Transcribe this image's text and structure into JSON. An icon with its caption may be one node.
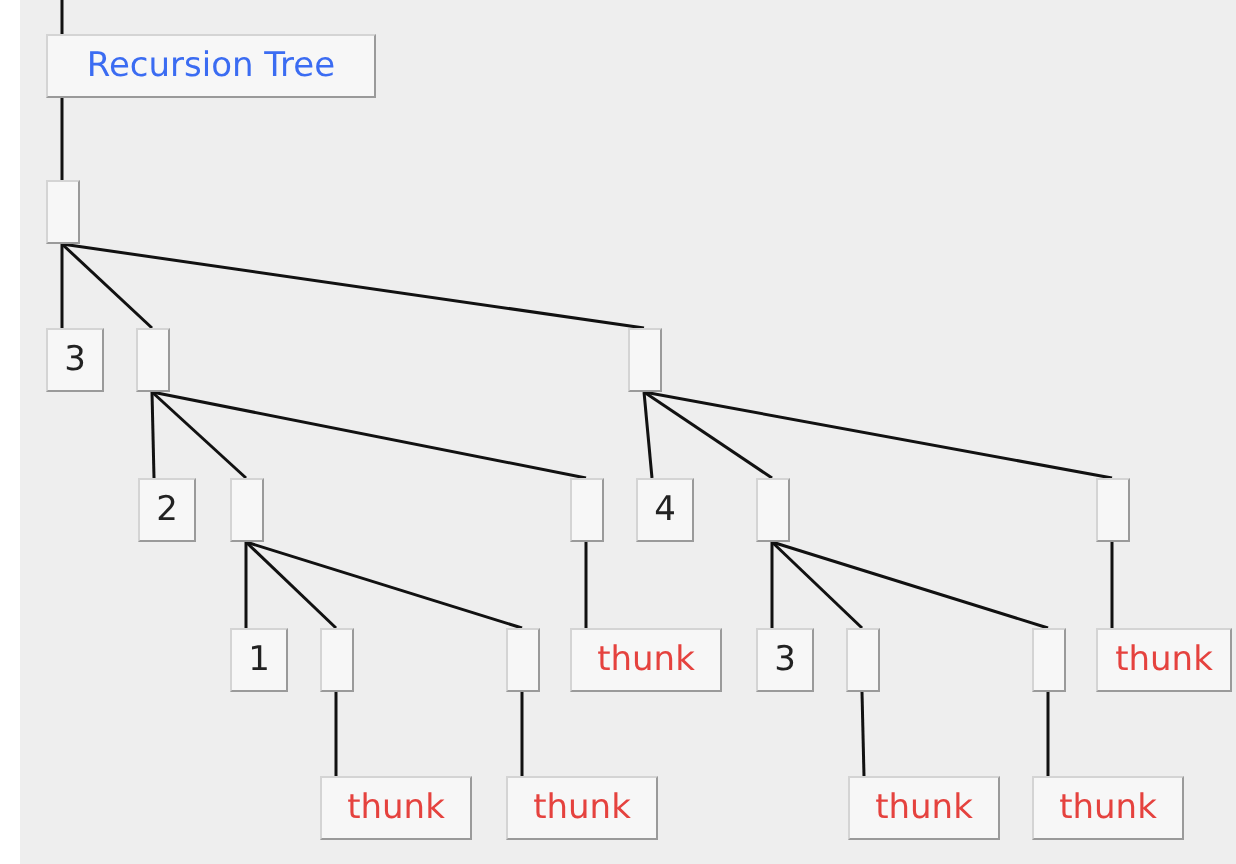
{
  "diagram": {
    "nodes": [
      {
        "text": [
          "Recursion Tree"
        ]
      },
      {
        "text": [],
        "shape": "box"
      },
      {
        "text": [
          "3"
        ]
      },
      {
        "text": [],
        "shape": "box"
      },
      {
        "text": [],
        "shape": "box"
      },
      {
        "text": [
          "2"
        ]
      },
      {
        "text": [],
        "shape": "box"
      },
      {
        "text": [],
        "shape": "box"
      },
      {
        "text": [
          "4"
        ]
      },
      {
        "text": [],
        "shape": "box"
      },
      {
        "text": [],
        "shape": "box"
      },
      {
        "text": [
          "1"
        ]
      },
      {
        "text": [],
        "shape": "box"
      },
      {
        "text": [],
        "shape": "box"
      },
      {
        "text": [
          "thunk"
        ]
      },
      {
        "text": [
          "3"
        ]
      },
      {
        "text": [],
        "shape": "box"
      },
      {
        "text": [],
        "shape": "box"
      },
      {
        "text": [
          "thunk"
        ]
      },
      {
        "text": [
          "thunk"
        ]
      },
      {
        "text": [
          "thunk"
        ]
      },
      {
        "text": [
          "thunk"
        ]
      },
      {
        "text": [
          "thunk"
        ]
      }
    ],
    "edges": [
      {
        "from": null,
        "to": 0,
        "arrow": "none"
      },
      {
        "from": 0,
        "to": 1,
        "arrow": "none"
      },
      {
        "from": 1,
        "to": 2,
        "arrow": "none"
      },
      {
        "from": 1,
        "to": 3,
        "arrow": "none"
      },
      {
        "from": 1,
        "to": 4,
        "arrow": "none"
      },
      {
        "from": 3,
        "to": 5,
        "arrow": "none"
      },
      {
        "from": 3,
        "to": 6,
        "arrow": "none"
      },
      {
        "from": 3,
        "to": 7,
        "arrow": "none"
      },
      {
        "from": 4,
        "to": 8,
        "arrow": "none"
      },
      {
        "from": 4,
        "to": 9,
        "arrow": "none"
      },
      {
        "from": 4,
        "to": 10,
        "arrow": "none"
      },
      {
        "from": 6,
        "to": 11,
        "arrow": "none"
      },
      {
        "from": 6,
        "to": 12,
        "arrow": "none"
      },
      {
        "from": 6,
        "to": 13,
        "arrow": "none"
      },
      {
        "from": 7,
        "to": 14,
        "arrow": "none"
      },
      {
        "from": 9,
        "to": 15,
        "arrow": "none"
      },
      {
        "from": 9,
        "to": 16,
        "arrow": "none"
      },
      {
        "from": 9,
        "to": 17,
        "arrow": "none"
      },
      {
        "from": 10,
        "to": 18,
        "arrow": "none"
      },
      {
        "from": 12,
        "to": 19,
        "arrow": "none"
      },
      {
        "from": 13,
        "to": 20,
        "arrow": "none"
      },
      {
        "from": 16,
        "to": 21,
        "arrow": "none"
      },
      {
        "from": 17,
        "to": 22,
        "arrow": "none"
      }
    ]
  }
}
